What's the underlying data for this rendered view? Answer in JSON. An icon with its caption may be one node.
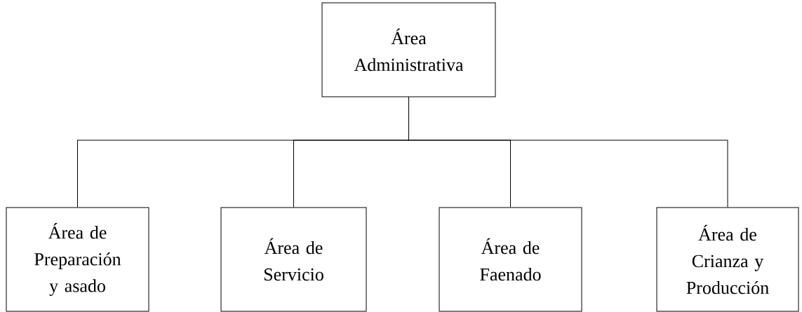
{
  "diagram": {
    "nodes": [
      {
        "text": [
          "Área Administrativa"
        ]
      },
      {
        "text": [
          "Área de Preparación y asado"
        ]
      },
      {
        "text": [
          "Área de Servicio"
        ]
      },
      {
        "text": [
          "Área de Faenado"
        ]
      },
      {
        "text": [
          "Área de Crianza y Producción"
        ]
      }
    ],
    "edges": [
      {
        "from": 0,
        "to": 1,
        "arrow": "none"
      },
      {
        "from": 0,
        "to": 2,
        "arrow": "none"
      },
      {
        "from": 0,
        "to": 3,
        "arrow": "none"
      },
      {
        "from": 0,
        "to": 4,
        "arrow": "none"
      }
    ]
  }
}
